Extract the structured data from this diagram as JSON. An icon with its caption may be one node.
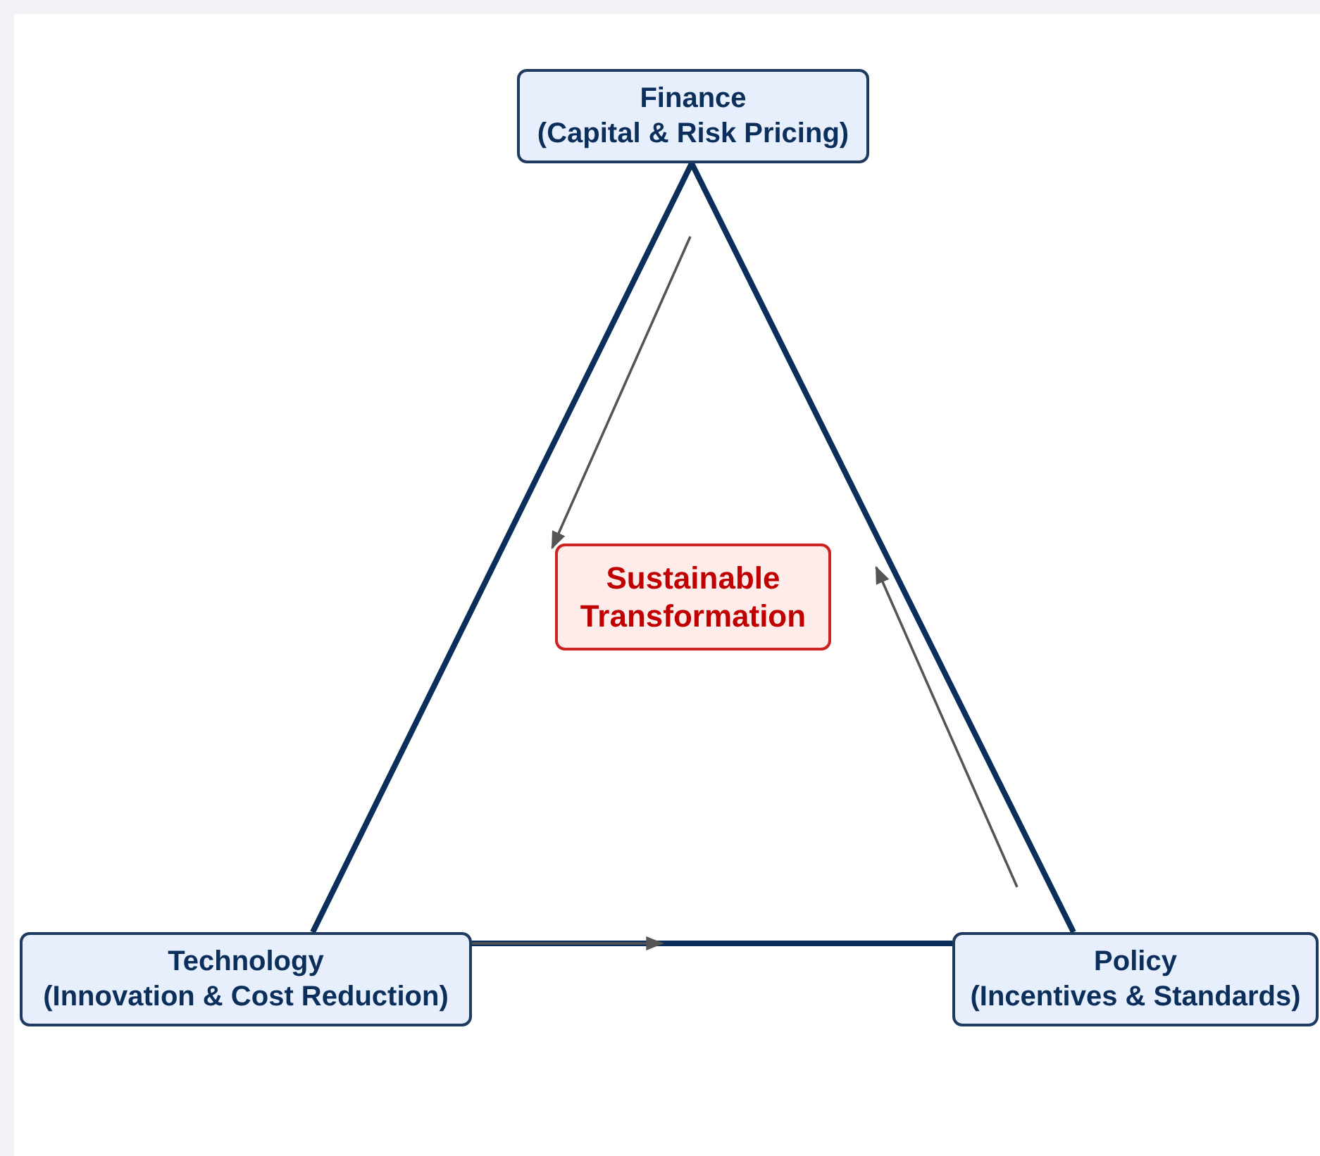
{
  "diagram": {
    "nodes": [
      {
        "text": [
          "Finance",
          "(Capital & Risk Pricing)"
        ]
      },
      {
        "text": [
          "Sustainable Transformation"
        ]
      },
      {
        "text": [
          "Technology",
          "(Innovation & Cost Reduction)"
        ]
      },
      {
        "text": [
          "Policy",
          "(Incentives & Standards)"
        ]
      }
    ],
    "edges": [
      {
        "from": 0,
        "to": 2,
        "arrow": "none",
        "style": "thick",
        "color": "#0b2e5a"
      },
      {
        "from": 0,
        "to": 3,
        "arrow": "none",
        "style": "thick",
        "color": "#0b2e5a"
      },
      {
        "from": 2,
        "to": 3,
        "arrow": "none",
        "style": "thick",
        "color": "#0b2e5a"
      },
      {
        "from": 0,
        "to": 1,
        "arrow": "to",
        "color": "#555555"
      },
      {
        "from": 2,
        "to": null,
        "arrow": "to",
        "color": "#555555"
      },
      {
        "from": 3,
        "to": null,
        "arrow": "to",
        "color": "#555555"
      }
    ]
  }
}
